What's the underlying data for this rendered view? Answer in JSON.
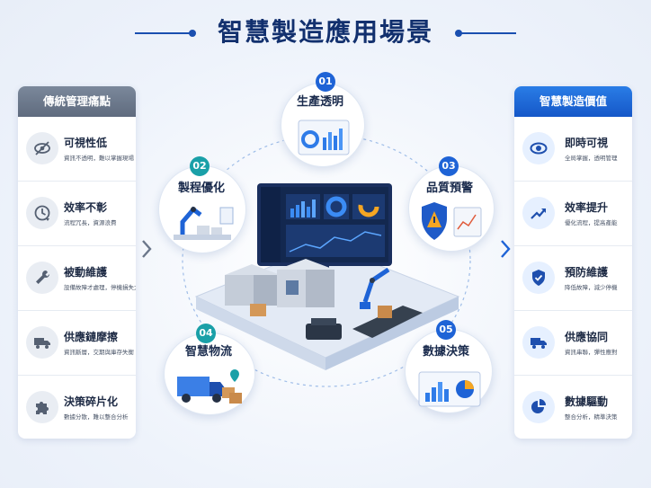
{
  "title": "智慧製造應用場景",
  "left_panel": {
    "header": "傳統管理痛點",
    "items": [
      {
        "icon": "eye-slash-icon",
        "title": "可視性低",
        "desc": "資訊不透明，難以掌握現場"
      },
      {
        "icon": "clock-icon",
        "title": "效率不彰",
        "desc": "流程冗長，資源浪費"
      },
      {
        "icon": "wrench-icon",
        "title": "被動維護",
        "desc": "設備故障才處理，停機損失大"
      },
      {
        "icon": "truck-icon",
        "title": "供應鏈摩擦",
        "desc": "資訊斷層，交期與庫存失衡"
      },
      {
        "icon": "puzzle-icon",
        "title": "決策碎片化",
        "desc": "數據分散，難以整合分析"
      }
    ]
  },
  "right_panel": {
    "header": "智慧製造價值",
    "items": [
      {
        "icon": "eye-icon",
        "title": "即時可視",
        "desc": "全局掌握，透明管理"
      },
      {
        "icon": "trend-up-icon",
        "title": "效率提升",
        "desc": "優化流程，提高產能"
      },
      {
        "icon": "shield-check-icon",
        "title": "預防維護",
        "desc": "降低故障，減少停機"
      },
      {
        "icon": "truck-icon",
        "title": "供應協同",
        "desc": "資訊串聯，彈性應對"
      },
      {
        "icon": "pie-chart-icon",
        "title": "數據驅動",
        "desc": "整合分析，精準決策"
      }
    ]
  },
  "scenarios": [
    {
      "num": "01",
      "label": "生產透明",
      "icon": "dashboard-icon"
    },
    {
      "num": "02",
      "label": "製程優化",
      "icon": "robot-arm-icon"
    },
    {
      "num": "03",
      "label": "品質預警",
      "icon": "warning-shield-icon"
    },
    {
      "num": "04",
      "label": "智慧物流",
      "icon": "delivery-truck-icon"
    },
    {
      "num": "05",
      "label": "數據決策",
      "icon": "analytics-chart-icon"
    }
  ],
  "colors": {
    "brand": "#1e63d6",
    "dark_title": "#12306e",
    "teal": "#1aa0a8",
    "gray_head": "#6b778a"
  }
}
